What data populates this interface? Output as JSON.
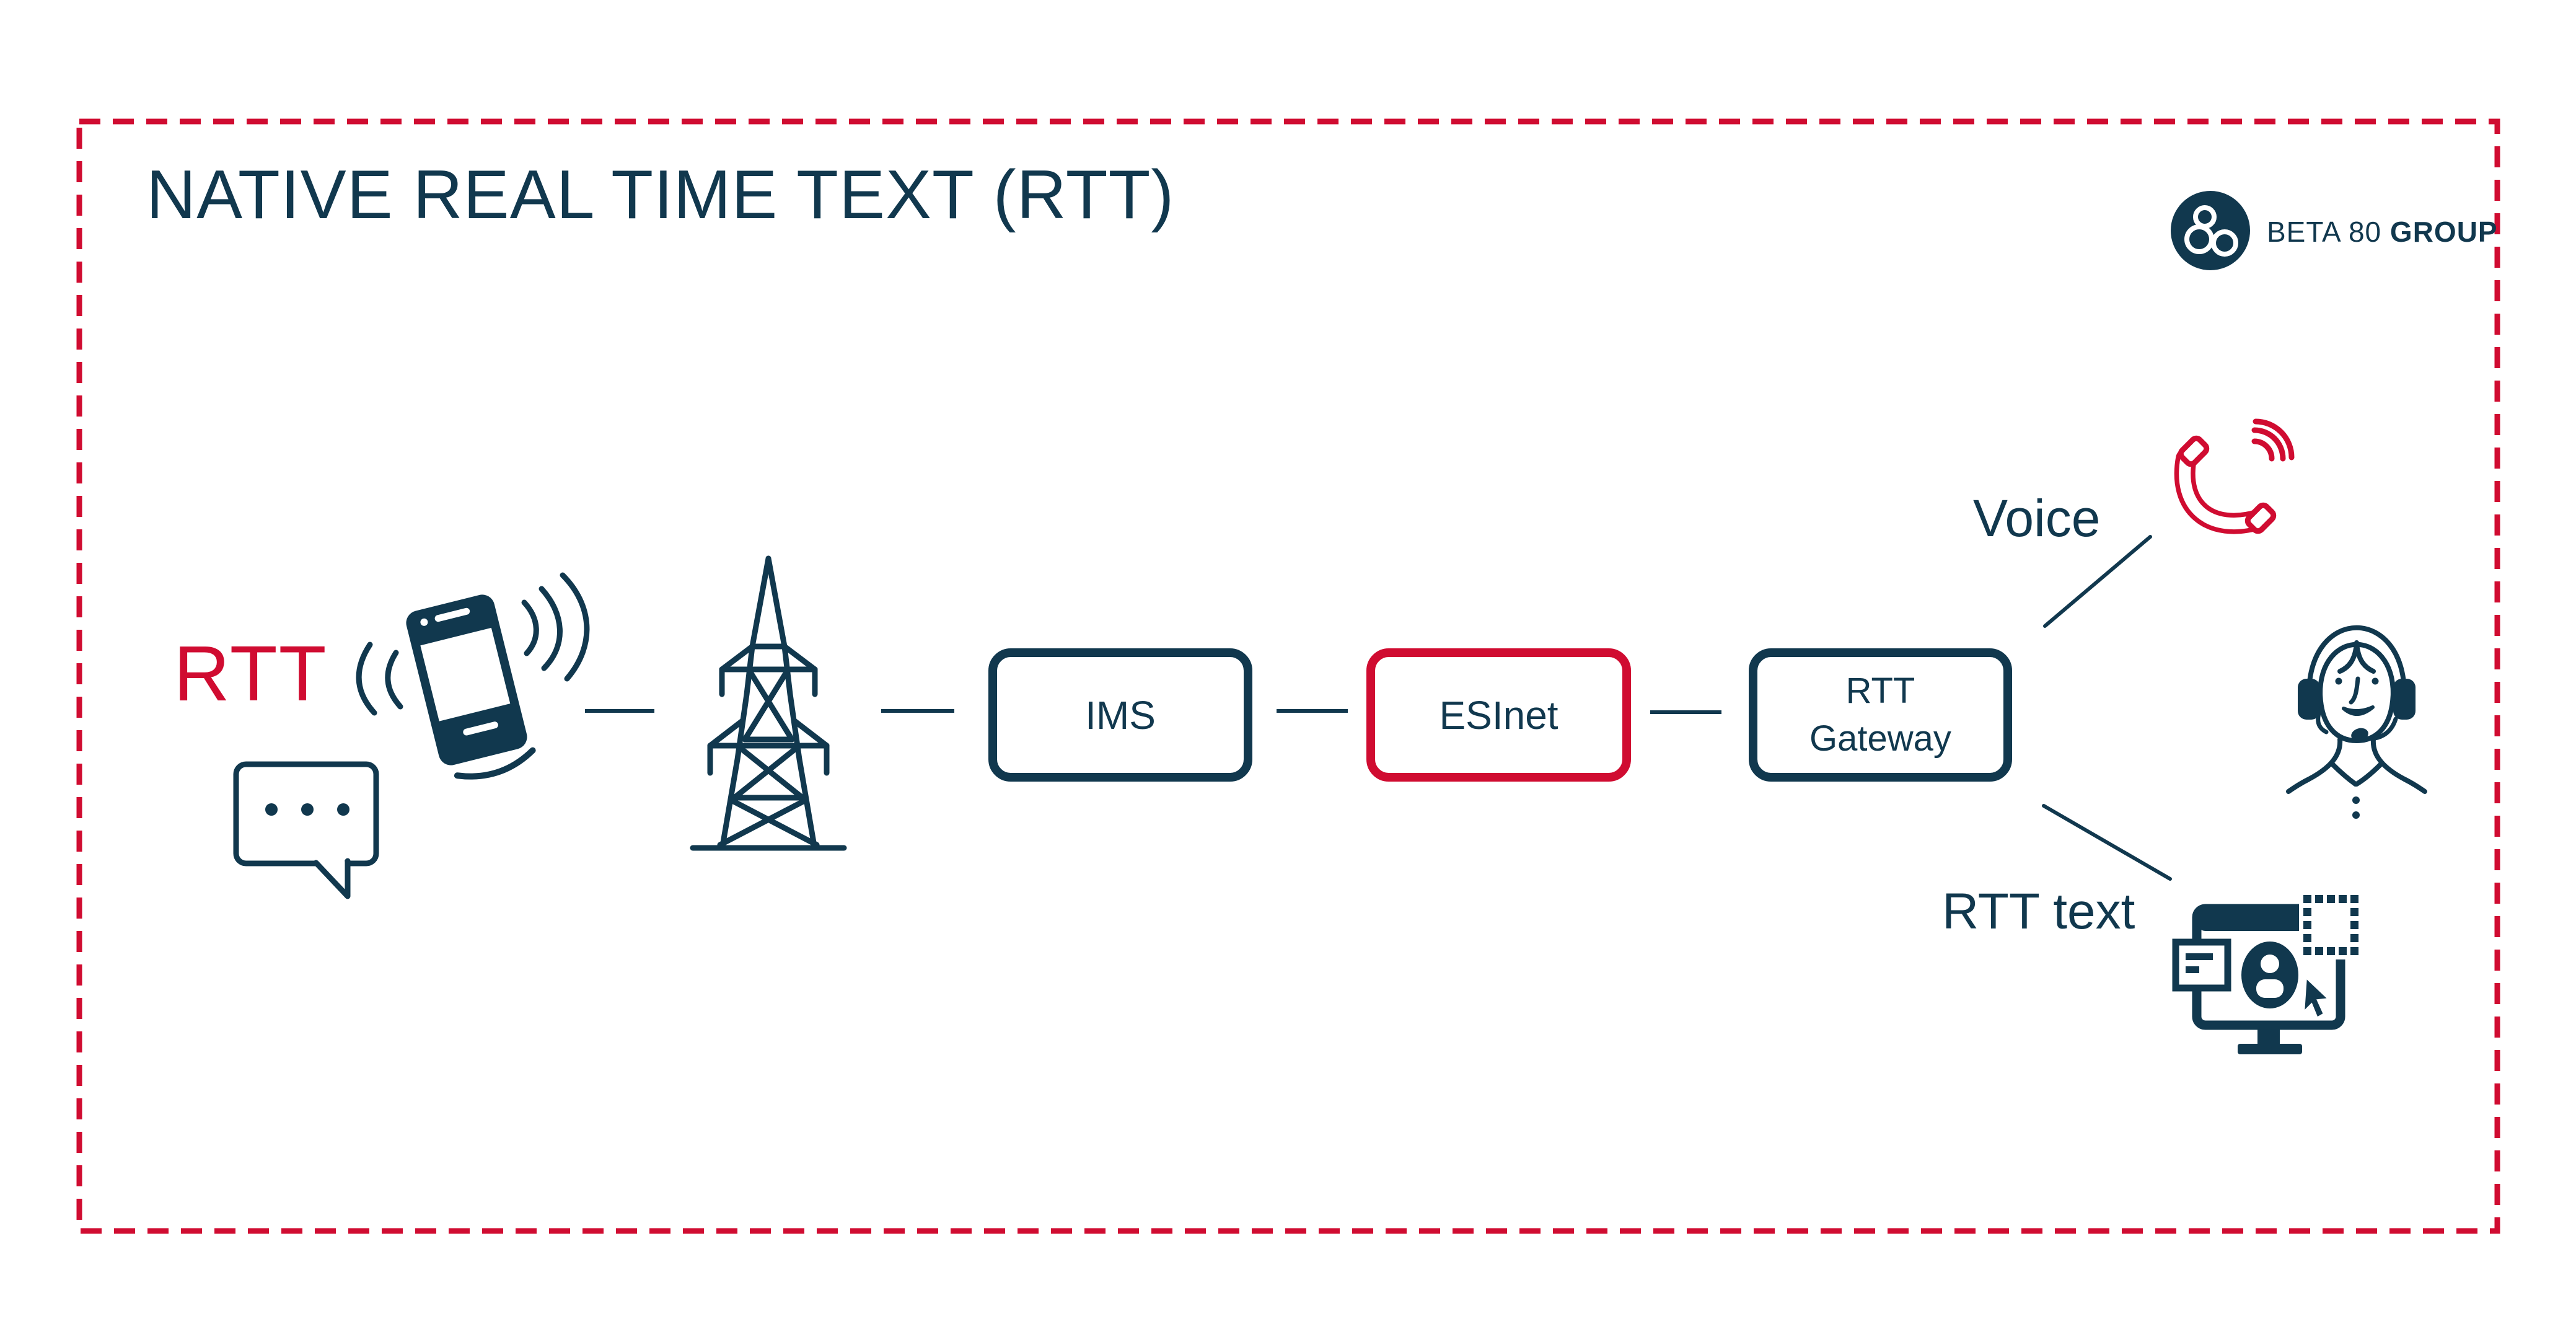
{
  "title": "NATIVE REAL TIME TEXT (RTT)",
  "logo": {
    "brand": "BETA 80",
    "suffix": "GROUP"
  },
  "labels": {
    "rtt": "RTT",
    "voice": "Voice",
    "rtt_text": "RTT text"
  },
  "nodes": {
    "ims": "IMS",
    "esinet": "ESInet",
    "gateway_line1": "RTT",
    "gateway_line2": "Gateway"
  },
  "colors": {
    "navy": "#11384e",
    "red": "#d00c31"
  },
  "icons": {
    "phone": "vibrating-smartphone-icon",
    "bubble": "typing-speech-bubble-icon",
    "tower": "radio-tower-icon",
    "handset": "voice-call-icon",
    "operator": "call-operator-headset-icon",
    "terminal": "rtt-terminal-monitor-icon",
    "logo": "beta80-knot-icon"
  }
}
